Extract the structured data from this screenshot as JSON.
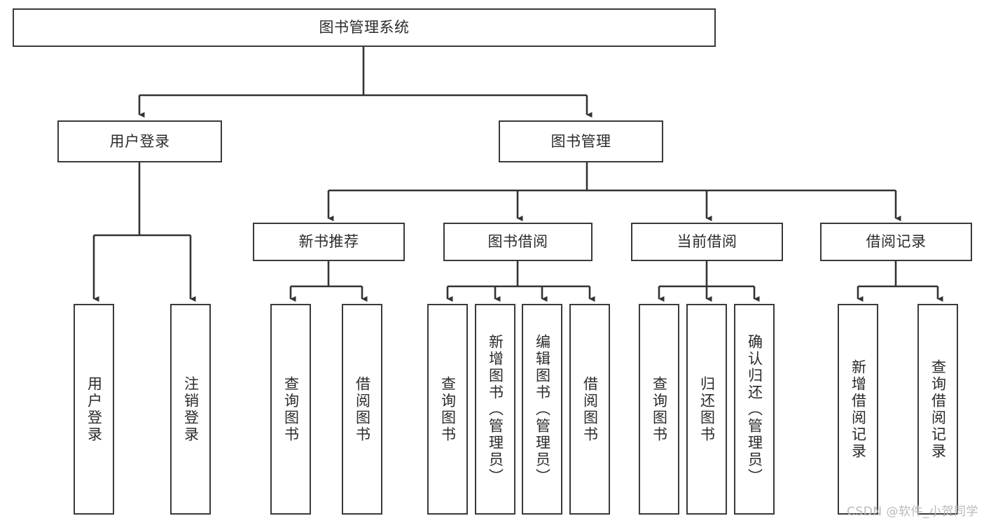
{
  "diagram": {
    "type": "tree",
    "title_node": {
      "label": "图书管理系统"
    },
    "level2": [
      {
        "label": "用户登录"
      },
      {
        "label": "图书管理"
      }
    ],
    "level3": [
      {
        "label": "新书推荐"
      },
      {
        "label": "图书借阅"
      },
      {
        "label": "当前借阅"
      },
      {
        "label": "借阅记录"
      }
    ],
    "leaves": {
      "user_login": [
        {
          "label": "用户登录"
        },
        {
          "label": "注销登录"
        }
      ],
      "new_book": [
        {
          "label": "查询图书"
        },
        {
          "label": "借阅图书"
        }
      ],
      "borrow_book": [
        {
          "label": "查询图书"
        },
        {
          "label": "新增图书（管理员）"
        },
        {
          "label": "编辑图书（管理员）"
        },
        {
          "label": "借阅图书"
        }
      ],
      "current_borrow": [
        {
          "label": "查询图书"
        },
        {
          "label": "归还图书"
        },
        {
          "label": "确认归还（管理员）"
        }
      ],
      "borrow_record": [
        {
          "label": "新增借阅记录"
        },
        {
          "label": "查询借阅记录"
        }
      ]
    }
  },
  "watermark": {
    "text": "CSDN @软件_小贺同学"
  },
  "colors": {
    "stroke": "#3a3a3a",
    "fill": "#ffffff",
    "text": "#2b2b2b",
    "watermark": "#b9b9b9"
  }
}
